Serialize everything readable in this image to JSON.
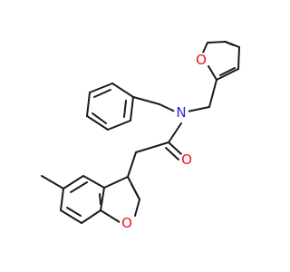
{
  "molecule": {
    "atom_labels": {
      "furan_oxygen": "O",
      "amide_nitrogen": "N",
      "carbonyl_oxygen": "O",
      "benzofuran_oxygen": "O"
    },
    "colors": {
      "bond": "#1a1a1a",
      "oxygen": "#e8141c",
      "nitrogen": "#2a2ad6"
    }
  }
}
